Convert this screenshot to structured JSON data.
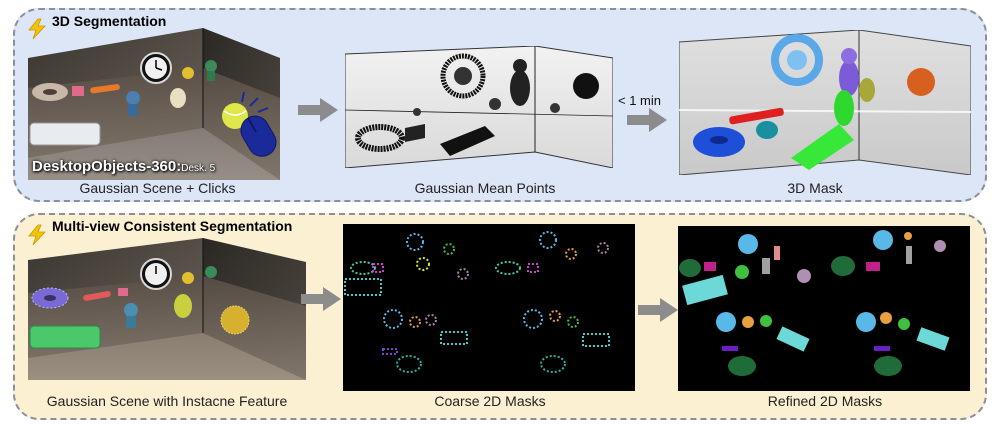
{
  "top": {
    "title": "3D Segmentation",
    "scene_overlay": "DesktopObjects-360",
    "scene_overlay_sub": "Desk. 5",
    "captions": [
      "Gaussian Scene + Clicks",
      "Gaussian Mean Points",
      "3D Mask"
    ],
    "time_label": "< 1 min"
  },
  "bottom": {
    "title": "Multi-view Consistent Segmentation",
    "captions": [
      "Gaussian Scene with Instacne Feature",
      "Coarse 2D Masks",
      "Refined 2D Masks"
    ]
  },
  "colors": {
    "top_bg": "#dce6f7",
    "bottom_bg": "#fbf0d2",
    "arrow": "#8c8c8c",
    "bolt": "#f5c400"
  }
}
